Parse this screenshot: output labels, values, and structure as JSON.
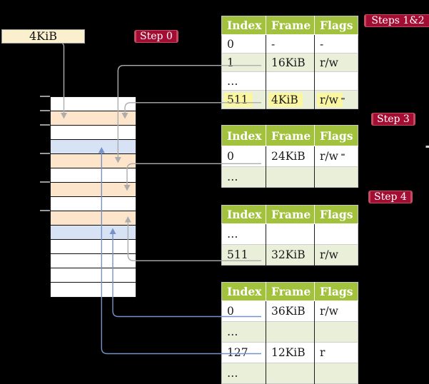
{
  "frame_label_box": {
    "text": "4KiB"
  },
  "step_badges": [
    {
      "id": "step0",
      "label": "Step 0"
    },
    {
      "id": "steps12",
      "label": "Steps 1&2"
    },
    {
      "id": "step3",
      "label": "Step 3"
    },
    {
      "id": "step4",
      "label": "Step 4"
    }
  ],
  "page_tables": {
    "headers": [
      "Index",
      "Frame",
      "Flags"
    ],
    "tables": [
      {
        "id": "t0",
        "name": "page-table-steps-1-2",
        "rows": [
          {
            "cells": [
              "0",
              "-",
              "-"
            ]
          },
          {
            "cells": [
              "1",
              "16KiB",
              "r/w"
            ]
          },
          {
            "cells": [
              "…",
              "",
              ""
            ]
          },
          {
            "cells": [
              "511",
              "4KiB",
              "r/w"
            ],
            "highlight": true
          }
        ]
      },
      {
        "id": "t1",
        "name": "page-table-step-3",
        "rows": [
          {
            "cells": [
              "0",
              "24KiB",
              "r/w"
            ]
          },
          {
            "cells": [
              "…",
              "",
              ""
            ]
          }
        ]
      },
      {
        "id": "t2",
        "name": "page-table-step-4",
        "rows": [
          {
            "cells": [
              "…",
              "",
              ""
            ]
          },
          {
            "cells": [
              "511",
              "32KiB",
              "r/w"
            ]
          }
        ]
      },
      {
        "id": "t3",
        "name": "page-table-bottom",
        "rows": [
          {
            "cells": [
              "0",
              "36KiB",
              "r/w"
            ]
          },
          {
            "cells": [
              "…",
              "",
              ""
            ]
          },
          {
            "cells": [
              "127",
              "12KiB",
              "r"
            ]
          },
          {
            "cells": [
              "…",
              "",
              ""
            ]
          }
        ]
      }
    ]
  },
  "physical_memory": {
    "rows": [
      "white",
      "peach",
      "white",
      "blue",
      "peach",
      "white",
      "peach",
      "white",
      "peach",
      "blue",
      "white",
      "white",
      "white",
      "white"
    ]
  },
  "connectors": [
    {
      "from": "frame-label-4KiB",
      "to": "memory-row-4KiB",
      "style": "gray-arrow-down"
    },
    {
      "from": "table-steps-1-2-row-1-frame-16KiB",
      "to": "memory-row-16KiB",
      "style": "gray-arrow-down"
    },
    {
      "from": "table-steps-1-2-row-511-frame-4KiB",
      "to": "memory-row-4KiB",
      "style": "gray-arrow-down"
    },
    {
      "from": "table-step-3-row-0-frame-24KiB",
      "to": "memory-row-24KiB",
      "style": "gray-arrow-down"
    },
    {
      "from": "table-step-4-row-511-frame-32KiB",
      "to": "memory-row-32KiB",
      "style": "gray-arrow-up"
    },
    {
      "from": "table-bottom-row-0-frame-36KiB",
      "to": "memory-row-36KiB",
      "style": "blue-arrow-up"
    },
    {
      "from": "table-bottom-row-127-frame-12KiB",
      "to": "memory-row-12KiB",
      "style": "blue-arrow-up"
    }
  ],
  "colors": {
    "header_green": "#a2c13c",
    "row_green": "#e9efd8",
    "badge_red": "#a30d34",
    "badge_red_light": "#c24b60",
    "highlight_yellow": "#fbf6a2",
    "box_cream": "#fbf0ce",
    "mem_peach": "#fde5cb",
    "mem_blue": "#d7e3f5",
    "line_gray": "#adadad",
    "line_blue": "#7593c7",
    "tick_gray": "#9a9a9a",
    "table_border": "#c6c6c6",
    "cell_border_dark": "#1c1c1c",
    "row_sep": "#cfcfcf",
    "text_dark": "#1a1a1a"
  }
}
